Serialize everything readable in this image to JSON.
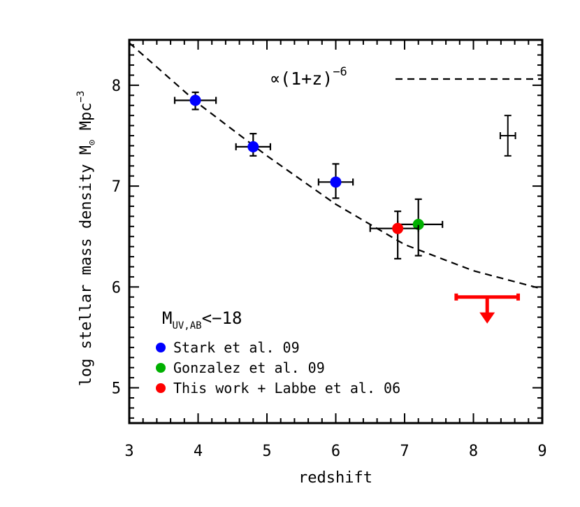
{
  "chart_data": {
    "type": "scatter",
    "xlabel": "redshift",
    "ylabel_main": "log stellar mass density M",
    "ylabel_sun": "⊙",
    "ylabel_units": " Mpc",
    "ylabel_exp": "−3",
    "xlim": [
      3,
      9
    ],
    "ylim": [
      4.65,
      8.45
    ],
    "x_ticks": [
      "3",
      "4",
      "5",
      "6",
      "7",
      "8",
      "9"
    ],
    "y_ticks": [
      "5",
      "6",
      "7",
      "8"
    ],
    "model_curve": {
      "label_prefix": "∝(1+z)",
      "label_exp": "−6",
      "style": "dashed",
      "points": [
        [
          3.0,
          8.42
        ],
        [
          4.0,
          7.82
        ],
        [
          5.0,
          7.3
        ],
        [
          6.0,
          6.82
        ],
        [
          7.0,
          6.42
        ],
        [
          8.0,
          6.16
        ],
        [
          9.0,
          5.98
        ]
      ]
    },
    "selection": {
      "prefix": "M",
      "sub": "UV,AB",
      "suffix": "<−18"
    },
    "series": [
      {
        "name": "Stark et al. 09",
        "color": "#0000ff",
        "points": [
          {
            "x": 3.96,
            "y": 7.85,
            "xerr": [
              0.3,
              0.3
            ],
            "yerr": [
              0.09,
              0.08
            ]
          },
          {
            "x": 4.8,
            "y": 7.39,
            "xerr": [
              0.25,
              0.25
            ],
            "yerr": [
              0.09,
              0.13
            ]
          },
          {
            "x": 6.0,
            "y": 7.04,
            "xerr": [
              0.25,
              0.25
            ],
            "yerr": [
              0.16,
              0.18
            ]
          }
        ]
      },
      {
        "name": "Gonzalez et al. 09",
        "color": "#00b000",
        "points": [
          {
            "x": 7.2,
            "y": 6.62,
            "xerr": [
              0.3,
              0.35
            ],
            "yerr": [
              0.31,
              0.25
            ]
          }
        ]
      },
      {
        "name": "This work + Labbe et al. 06",
        "color": "#ff0000",
        "points": [
          {
            "x": 6.9,
            "y": 6.58,
            "xerr": [
              0.4,
              0.3
            ],
            "yerr": [
              0.3,
              0.17
            ]
          }
        ]
      }
    ],
    "upper_limit": {
      "x": 8.2,
      "y": 5.9,
      "xerr": [
        0.45,
        0.45
      ],
      "color": "#ff0000"
    },
    "typical_error": {
      "x": 8.5,
      "y": 7.5,
      "xerr": [
        0.11,
        0.11
      ],
      "yerr": [
        0.2,
        0.2
      ]
    }
  }
}
